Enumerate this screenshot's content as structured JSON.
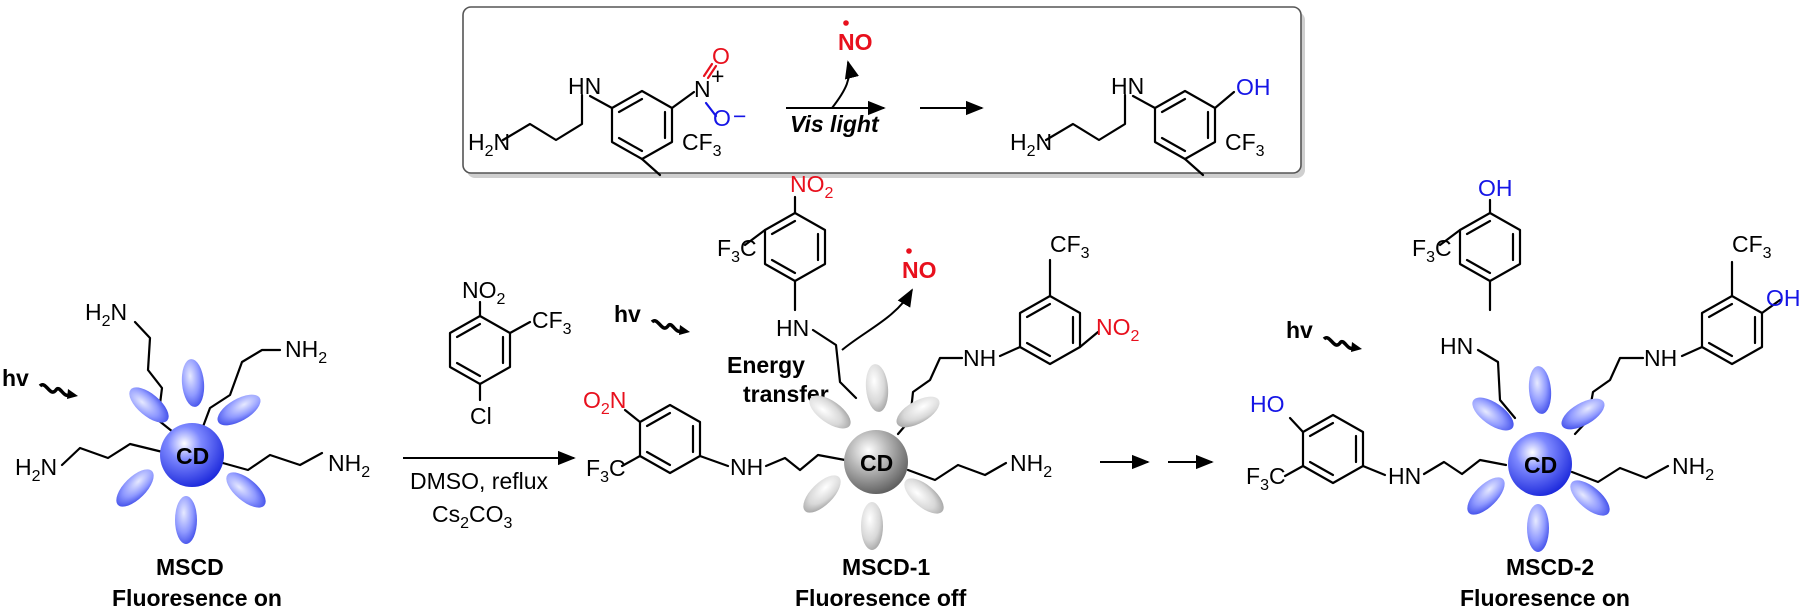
{
  "box": {
    "no_radical": "NO",
    "left_mol": {
      "hn": "HN",
      "h2n": "H",
      "h2n_sub": "2",
      "h2n_n": "N",
      "cf3": "CF",
      "cf3_sub": "3",
      "nitro_n": "N",
      "nitro_plus": "+",
      "nitro_o1": "O",
      "nitro_o2": "O",
      "nitro_minus": "−"
    },
    "condition": "Vis light",
    "right_mol": {
      "hn": "HN",
      "h2n": "H",
      "h2n_sub": "2",
      "h2n_n": "N",
      "cf3": "CF",
      "cf3_sub": "3",
      "oh": "OH"
    }
  },
  "mscd": {
    "hv": "hv",
    "core": "CD",
    "name": "MSCD",
    "status": "Fluoresence on",
    "nh2": "NH",
    "nh2_sub": "2",
    "h2n_h": "H",
    "h2n_sub": "2",
    "h2n_n": "N"
  },
  "reagent": {
    "no2": "NO",
    "no2_sub": "2",
    "cf3": "CF",
    "cf3_sub": "3",
    "cl": "Cl",
    "cond1": "DMSO, reflux",
    "cond2": "Cs",
    "cond2_sub": "2",
    "cond2_rest": "CO",
    "cond2_sub2": "3"
  },
  "mscd1": {
    "hv": "hv",
    "core": "CD",
    "name": "MSCD-1",
    "status": "Fluoresence off",
    "no_radical": "NO",
    "energy": "Energy",
    "transfer": "transfer",
    "nh": "NH",
    "hn": "HN",
    "no2": "NO",
    "no2_sub": "2",
    "o2n_o": "O",
    "o2n_sub": "2",
    "o2n_n": "N",
    "f3c_f": "F",
    "f3c_sub": "3",
    "f3c_c": "C",
    "cf3": "CF",
    "cf3_sub": "3",
    "nh2": "NH",
    "nh2_sub": "2"
  },
  "mscd2": {
    "hv": "hv",
    "core": "CD",
    "name": "MSCD-2",
    "status": "Fluoresence on",
    "oh": "OH",
    "ho": "HO",
    "nh": "NH",
    "hn": "HN",
    "f3c_f": "F",
    "f3c_sub": "3",
    "f3c_c": "C",
    "cf3": "CF",
    "cf3_sub": "3",
    "nh2": "NH",
    "nh2_sub": "2"
  },
  "colors": {
    "red": "#e8101d",
    "blue": "#1515e6",
    "petal_blue": "#7f8cff",
    "core_blue": "#1d2fe8",
    "petal_grey": "#d6d6d6",
    "core_grey": "#8a8a8a"
  }
}
